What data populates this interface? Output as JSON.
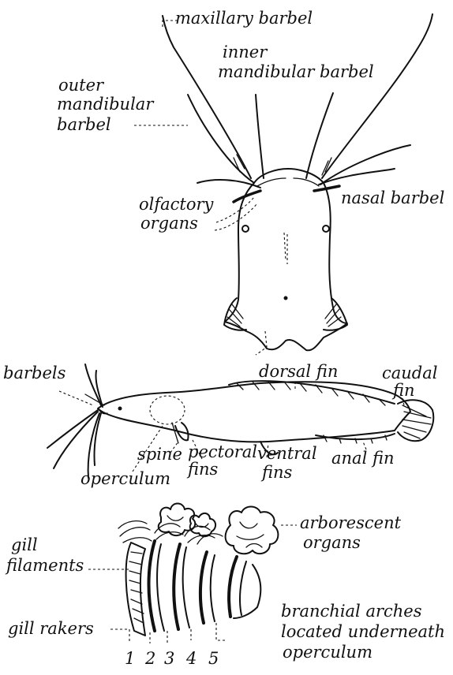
{
  "labels": {
    "maxillary_barbel": "maxillary barbel",
    "inner_mandibular_1": "inner",
    "inner_mandibular_2": "mandibular barbel",
    "outer_mandibular_1": "outer",
    "outer_mandibular_2": "mandibular",
    "outer_mandibular_3": "barbel",
    "olfactory_1": "olfactory",
    "olfactory_2": "organs",
    "nasal_barbel": "nasal barbel",
    "barbels": "barbels",
    "dorsal_fin": "dorsal fin",
    "caudal_1": "caudal",
    "caudal_2": "fin",
    "spine": "spine",
    "pectoral_1": "pectoral",
    "pectoral_2": "fins",
    "ventral_1": "ventral",
    "ventral_2": "fins",
    "anal_fin": "anal fin",
    "operculum": "operculum",
    "arborescent_1": "arborescent",
    "arborescent_2": "organs",
    "gill_filaments_1": "gill",
    "gill_filaments_2": "filaments",
    "gill_rakers": "gill rakers",
    "branchial_1": "branchial arches",
    "branchial_2": "located underneath",
    "branchial_3": "operculum",
    "arch_numbers": [
      "1",
      "2",
      "3",
      "4",
      "5"
    ]
  }
}
